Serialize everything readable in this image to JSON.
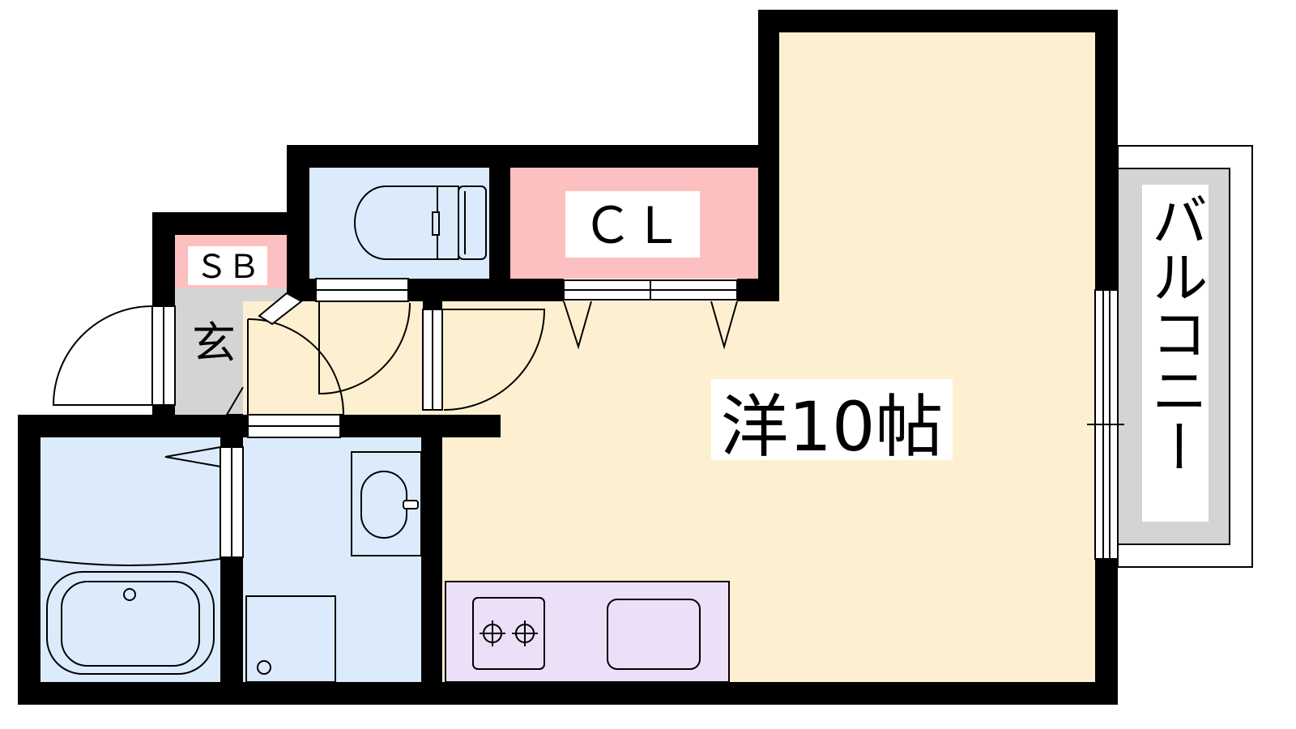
{
  "floorplan": {
    "rooms": {
      "western": {
        "label": "洋10帖",
        "color": "#fdf0d0"
      },
      "closet": {
        "label": "ＣＬ",
        "color": "#fcc0c0"
      },
      "shoe_box": {
        "label": "ＳＢ",
        "color": "#fcc0c0"
      },
      "entrance": {
        "label": "玄",
        "color": "#d4d4d4"
      },
      "balcony": {
        "label": "バルコニー",
        "color": "#d4d4d4"
      },
      "toilet": {
        "color": "#dcebfc"
      },
      "bathroom": {
        "color": "#dcebfc"
      },
      "washroom": {
        "color": "#dcebfc"
      },
      "kitchen": {
        "color": "#ece0f8"
      }
    },
    "wall_color": "#000000"
  }
}
